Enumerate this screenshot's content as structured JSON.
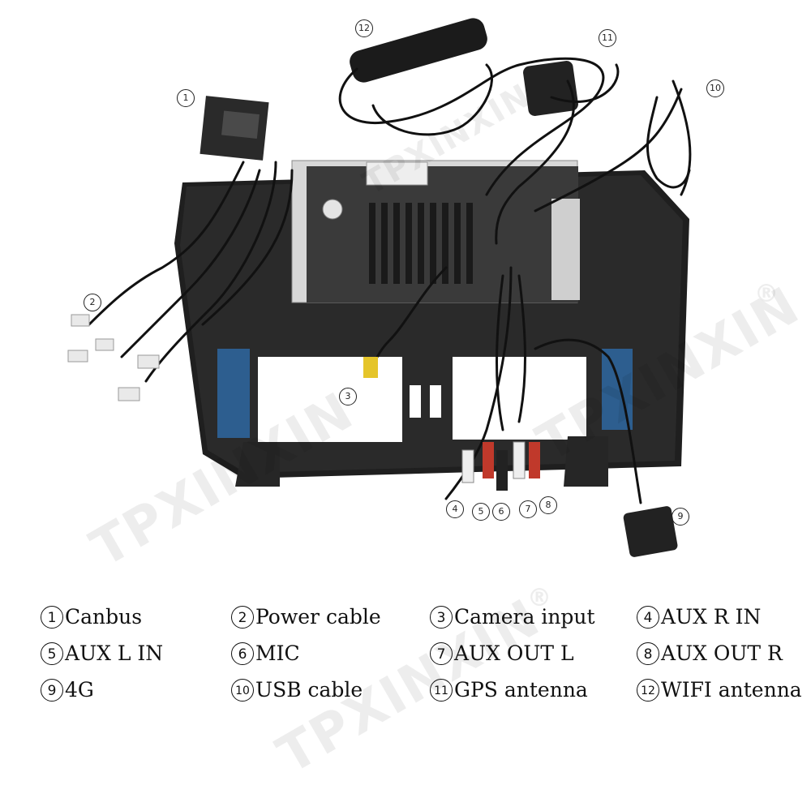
{
  "watermark": {
    "brand": "TPXINXIN",
    "mark": "®"
  },
  "callouts": [
    "1",
    "2",
    "3",
    "4",
    "5",
    "6",
    "7",
    "8",
    "9",
    "10",
    "11",
    "12"
  ],
  "legend": [
    [
      {
        "num": "1",
        "label": "Canbus"
      },
      {
        "num": "2",
        "label": "Power cable"
      },
      {
        "num": "3",
        "label": "Camera input"
      },
      {
        "num": "4",
        "label": "AUX R IN"
      }
    ],
    [
      {
        "num": "5",
        "label": "AUX L IN"
      },
      {
        "num": "6",
        "label": "MIC"
      },
      {
        "num": "7",
        "label": "AUX OUT L"
      },
      {
        "num": "8",
        "label": "AUX OUT R"
      }
    ],
    [
      {
        "num": "9",
        "label": "4G"
      },
      {
        "num": "10",
        "label": "USB cable"
      },
      {
        "num": "11",
        "label": "GPS antenna"
      },
      {
        "num": "12",
        "label": "WIFI antenna"
      }
    ]
  ],
  "colors": {
    "frame": "#1e1e1e",
    "cable": "#111111",
    "rca_red": "#c0392b",
    "rca_white": "#eeeeee",
    "camera_yellow": "#e5c52a"
  }
}
